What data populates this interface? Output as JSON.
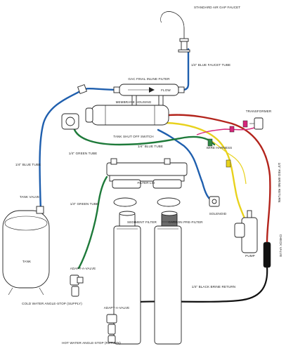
{
  "colors": {
    "blue_tube": "#1f5fae",
    "green_tube": "#1e7a3a",
    "red_tube": "#b3241c",
    "yellow_tube": "#e8d21d",
    "black_tube": "#111111",
    "wire_magenta": "#d6267a",
    "wire_yellow": "#e8d21d",
    "outline": "#222222",
    "carbon_fill": "#6b6b6b"
  },
  "labels": {
    "faucet": "STANDARD AIR GAP FAUCET",
    "faucet_tube": "1/4\" BLUE FAUCET TUBE",
    "gac_filter": "GAC FINAL INLINE FILTER",
    "flow": "FLOW",
    "membrane_housing": "MEMBRANE HOUSING",
    "transformer": "TRANSFORMER",
    "tank_shutoff": "TANK SHUT OFF SWITCH",
    "blue_tube_mid": "1/4\" BLUE TUBE",
    "wire_harness": "WIRE HARNESS",
    "green_tube": "1/4\" GREEN TUBE",
    "blue_tube_left": "1/4\" BLUE TUBE",
    "filter_lid": "FILTER LID",
    "red_brine": "1/4\" RED BRINE RETURN",
    "tank_valve": "TANK VALVE",
    "solenoid": "SOLENOID",
    "sediment_filter": "SEDIMENT FILTER",
    "carbon_filter": "CARBON PRE-FILTER",
    "green_tube_lower": "1/4\" GREEN TUBE",
    "tank": "TANK",
    "pump": "PUMP",
    "check_valve": "CHECK VALVE",
    "adapt_valve_1": "ADAPT-A-VALVE",
    "cold_water": "COLD WATER ANGLE-STOP (SUPPLY)",
    "adapt_valve_2": "ADAPT-A-VALVE",
    "black_brine": "1/4\" BLACK BRINE RETURN",
    "hot_water": "HOT WATER ANGLE-STOP (RETURN)"
  }
}
